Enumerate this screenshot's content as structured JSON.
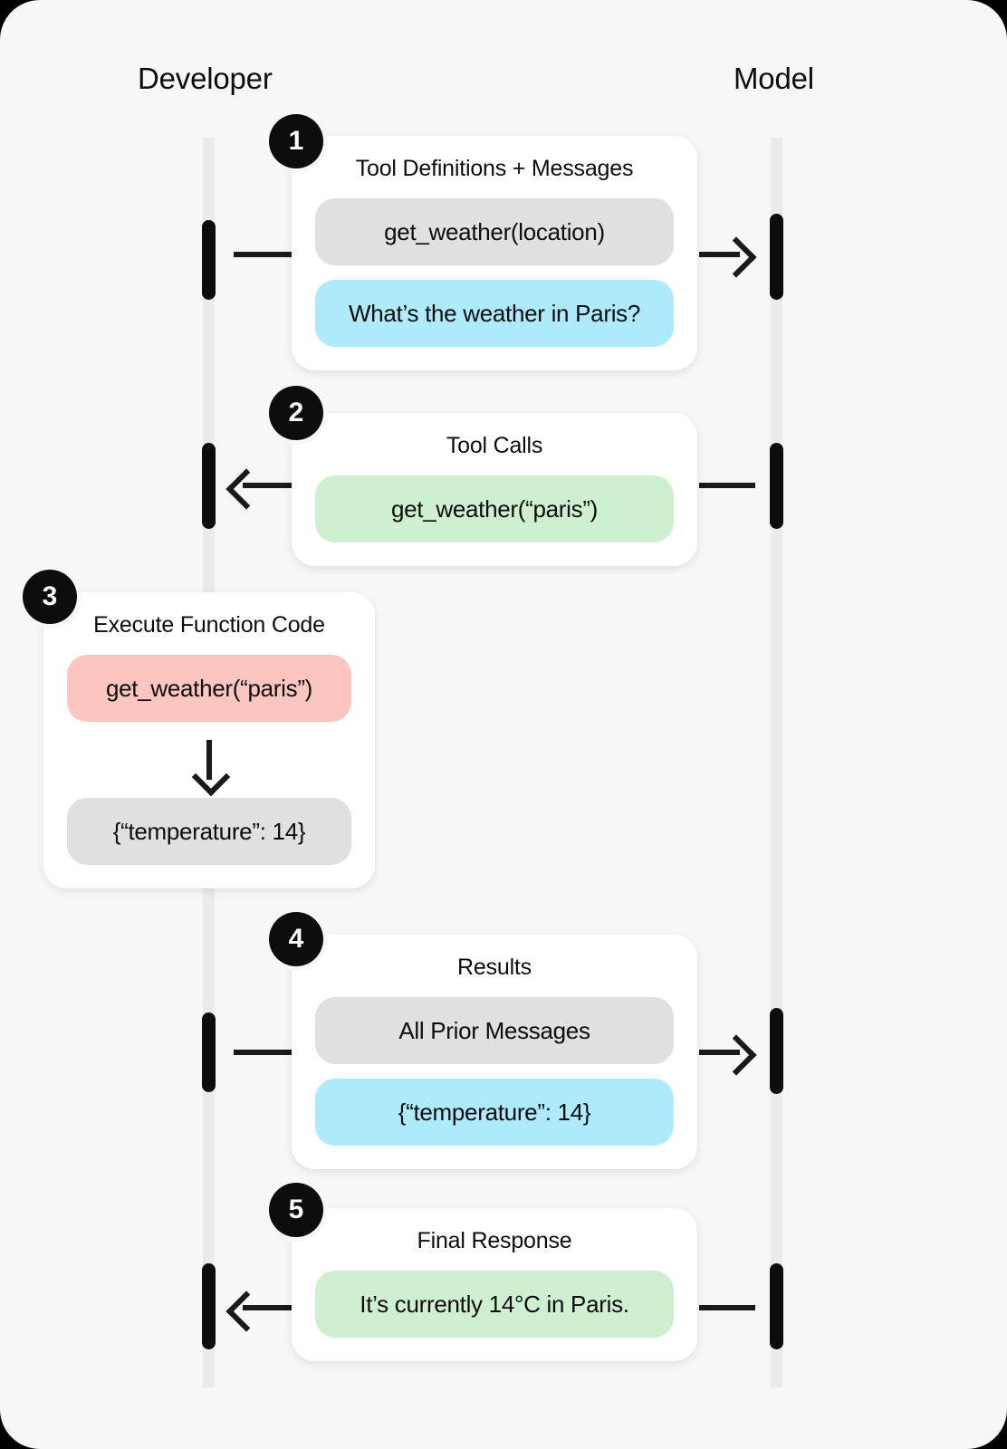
{
  "diagram": {
    "columns": {
      "left_label": "Developer",
      "right_label": "Model"
    },
    "steps": [
      {
        "number": "1",
        "title": "Tool Definitions + Messages",
        "chips": [
          {
            "text": "get_weather(location)",
            "style": "gray"
          },
          {
            "text": "What’s the weather in Paris?",
            "style": "blue"
          }
        ],
        "direction": "right"
      },
      {
        "number": "2",
        "title": "Tool Calls",
        "chips": [
          {
            "text": "get_weather(“paris”)",
            "style": "green"
          }
        ],
        "direction": "left"
      },
      {
        "number": "3",
        "title": "Execute Function Code",
        "chips": [
          {
            "text": "get_weather(“paris”)",
            "style": "red"
          },
          {
            "text": "{“temperature”: 14}",
            "style": "gray"
          }
        ],
        "direction": "none"
      },
      {
        "number": "4",
        "title": "Results",
        "chips": [
          {
            "text": "All Prior Messages",
            "style": "gray"
          },
          {
            "text": "{“temperature”: 14}",
            "style": "blue"
          }
        ],
        "direction": "right"
      },
      {
        "number": "5",
        "title": "Final Response",
        "chips": [
          {
            "text": "It’s currently 14°C in Paris.",
            "style": "green"
          }
        ],
        "direction": "left"
      }
    ],
    "colors": {
      "background": "#f7f7f7",
      "card": "#ffffff",
      "lifeline": "#eaeaea",
      "activation": "#0d0d0d",
      "chip_gray": "#e0e0e0",
      "chip_blue": "#aeeafc",
      "chip_green": "#cef0d1",
      "chip_red": "#fbc6c0",
      "badge": "#0d0d0d",
      "text": "#0d0d0d"
    }
  }
}
